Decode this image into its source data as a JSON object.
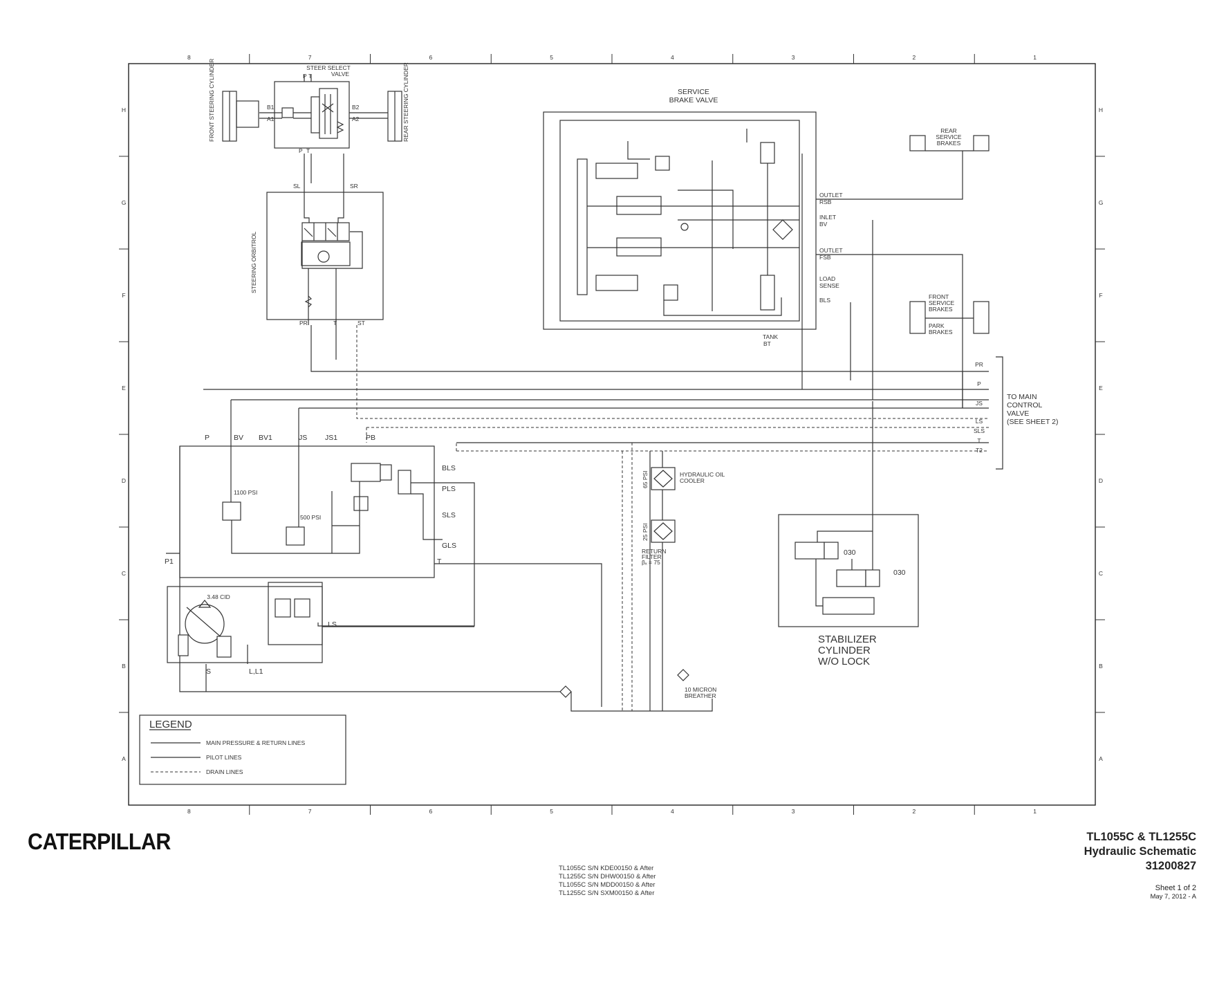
{
  "border": {
    "columns": [
      "8",
      "7",
      "6",
      "5",
      "4",
      "3",
      "2",
      "1"
    ],
    "rows": [
      "H",
      "G",
      "F",
      "E",
      "D",
      "C",
      "B",
      "A"
    ]
  },
  "labels": {
    "steer_select_valve": [
      "STEER SELECT",
      "VALVE"
    ],
    "front_steering_cylinder": "FRONT STEERING CYLINDER",
    "rear_steering_cylinder": "REAR STEERING CYLINDER",
    "steering_orbitrol": "STEERING ORBITROL",
    "service_brake_valve": [
      "SERVICE",
      "BRAKE VALVE"
    ],
    "rear_service_brakes": [
      "REAR",
      "SERVICE",
      "BRAKES"
    ],
    "front_service_brakes": [
      "FRONT",
      "SERVICE",
      "BRAKES"
    ],
    "park_brakes": [
      "PARK",
      "BRAKES"
    ],
    "outlet_rsb": [
      "OUTLET",
      "RSB"
    ],
    "inlet_bv": [
      "INLET",
      "BV"
    ],
    "outlet_fsb": [
      "OUTLET",
      "FSB"
    ],
    "load_sense": [
      "LOAD",
      "SENSE"
    ],
    "bls_right": "BLS",
    "tank_bt": [
      "TANK",
      "BT"
    ],
    "to_main_control_valve": [
      "TO MAIN",
      "CONTROL",
      "VALVE",
      "(SEE SHEET 2)"
    ],
    "bus_labels": [
      "PR",
      "P",
      "JS",
      "LS",
      "SLS",
      "T",
      "T2"
    ],
    "ports_steer": [
      "P",
      "T",
      "B1",
      "A1",
      "B2",
      "A2",
      "P",
      "T"
    ],
    "ports_orbitrol": [
      "SL",
      "SR",
      "PR",
      "T",
      "ST"
    ],
    "ports_manifold": [
      "P",
      "BV",
      "BV1",
      "JS",
      "JS1",
      "PB"
    ],
    "ports_manifold_right": [
      "BLS",
      "PLS",
      "SLS",
      "GLS",
      "T"
    ],
    "psi_1100": "1100 PSI",
    "psi_500": "500 PSI",
    "p1": "P1",
    "pump_disp": "3.48 CID",
    "pump_ls": "LS",
    "pump_s": "S",
    "pump_l": "L,L1",
    "hyd_oil_cooler": [
      "HYDRAULIC OIL",
      "COOLER"
    ],
    "psi_65": "65 PSI",
    "psi_25": "25 PSI",
    "return_filter": [
      "RETURN",
      "FILTER",
      "βₓ = 75"
    ],
    "micron_breather": [
      "10 MICRON",
      "BREATHER"
    ],
    "orifice_030_a": "030",
    "orifice_030_b": "030",
    "stabilizer": [
      "STABILIZER",
      "CYLINDER",
      "W/O LOCK"
    ]
  },
  "legend": {
    "title": "LEGEND",
    "items": [
      "MAIN PRESSURE & RETURN LINES",
      "PILOT LINES",
      "DRAIN LINES"
    ]
  },
  "footer": {
    "brand": "CATERPILLAR",
    "serials": [
      "TL1055C S/N KDE00150 & After",
      "TL1255C S/N DHW00150 & After",
      "TL1055C S/N MDD00150 & After",
      "TL1255C S/N SXM00150 & After"
    ],
    "title_lines": [
      "TL1055C & TL1255C",
      "Hydraulic Schematic",
      "31200827"
    ],
    "sheet": "Sheet 1 of 2",
    "date": "May 7, 2012 - A"
  }
}
